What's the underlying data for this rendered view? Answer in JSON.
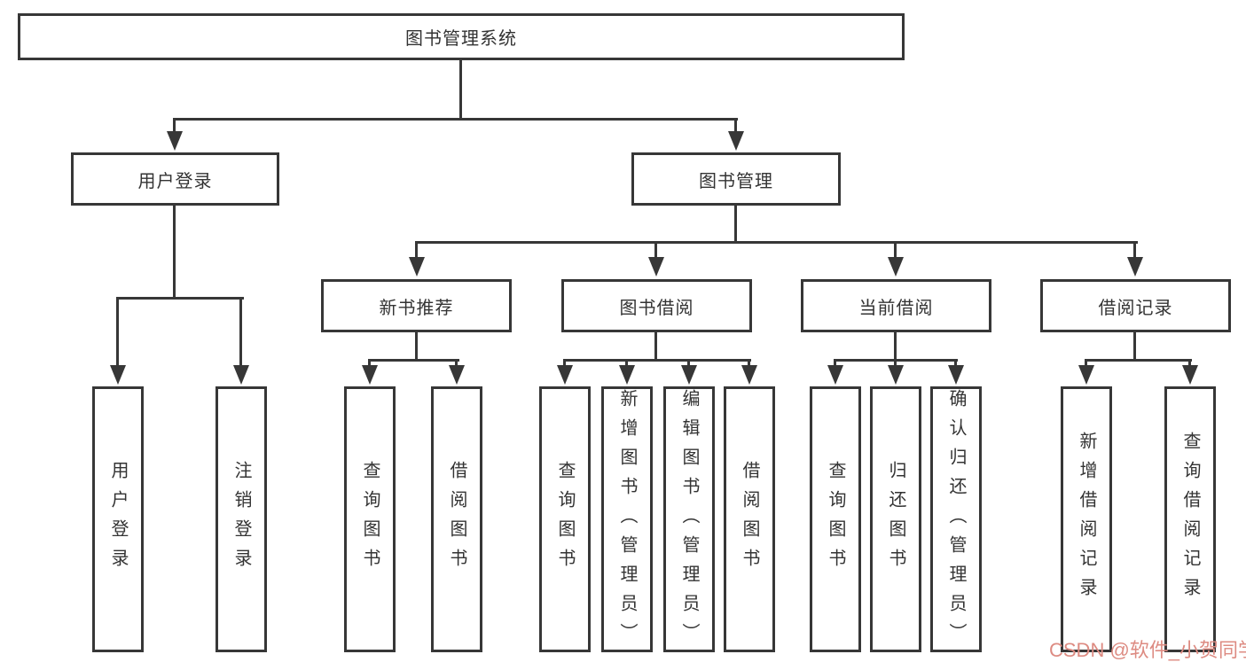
{
  "diagram": {
    "root": "图书管理系统",
    "level2": {
      "user_login": "用户登录",
      "book_mgmt": "图书管理"
    },
    "level3": {
      "recommend": "新书推荐",
      "borrow": "图书借阅",
      "current": "当前借阅",
      "records": "借阅记录"
    },
    "leaves": {
      "login": [
        "用户登录",
        "注销登录"
      ],
      "recommend": [
        "查询图书",
        "借阅图书"
      ],
      "borrow": [
        "查询图书",
        "新增图书（管理员）",
        "编辑图书（管理员）",
        "借阅图书"
      ],
      "current": [
        "查询图书",
        "归还图书",
        "确认归还（管理员）"
      ],
      "records": [
        "新增借阅记录",
        "查询借阅记录"
      ]
    }
  },
  "watermark": "CSDN @软件_小贺同学",
  "colors": {
    "line": "#373737",
    "text": "#333333",
    "background": "#ffffff",
    "watermark": "#dd8b82"
  }
}
